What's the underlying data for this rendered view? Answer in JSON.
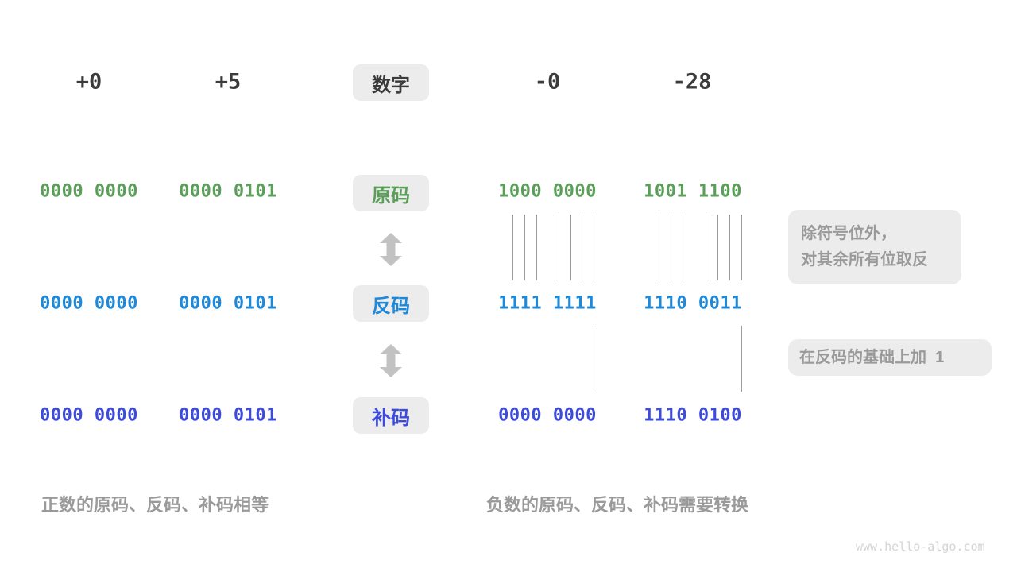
{
  "colors": {
    "sign_magnitude_green": "#5A9E5A",
    "ones_complement_blue": "#1E88D9",
    "twos_complement_indigo": "#3D4BDB",
    "number_dark": "#3B3B3B",
    "label_box_bg": "#ECECEC",
    "gray_text": "#9A9A9A",
    "arrow_gray": "#C2C2C2"
  },
  "header": {
    "label": "数字",
    "pos_zero": "+0",
    "pos_five": "+5",
    "neg_zero": "-0",
    "neg_twenty_eight": "-28"
  },
  "sign_magnitude": {
    "label": "原码",
    "pos_zero": "0000 0000",
    "pos_five": "0000 0101",
    "neg_zero": "1000 0000",
    "neg_twenty_eight": "1001 1100"
  },
  "ones_complement": {
    "label": "反码",
    "pos_zero": "0000 0000",
    "pos_five": "0000 0101",
    "neg_zero": "1111 1111",
    "neg_twenty_eight": "1110 0011"
  },
  "twos_complement": {
    "label": "补码",
    "pos_zero": "0000 0000",
    "pos_five": "0000 0101",
    "neg_zero": "0000 0000",
    "neg_twenty_eight": "1110 0100"
  },
  "annotations": {
    "flip_line1": "除符号位外，",
    "flip_line2": "对其余所有位取反",
    "add_one": "在反码的基础上加  1"
  },
  "captions": {
    "positive": "正数的原码、反码、补码相等",
    "negative": "负数的原码、反码、补码需要转换"
  },
  "watermark": "www.hello-algo.com"
}
